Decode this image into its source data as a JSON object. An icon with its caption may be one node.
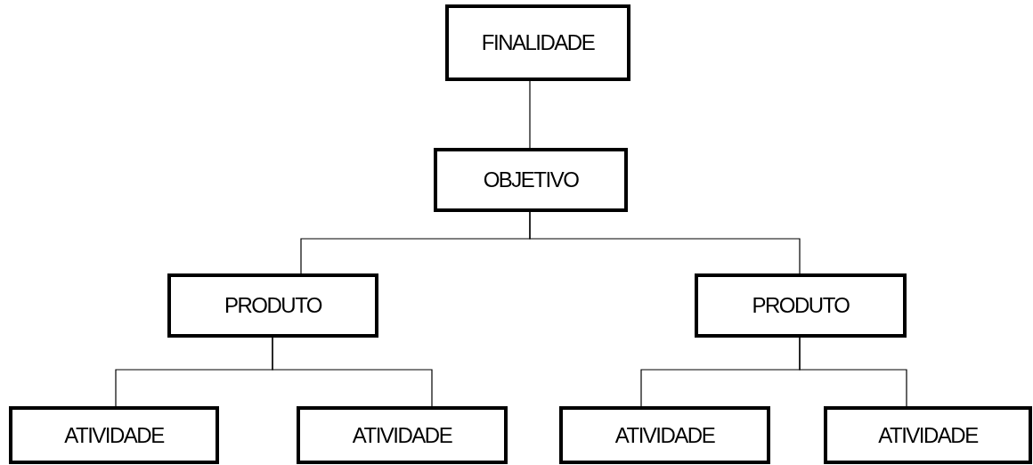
{
  "diagram": {
    "nodes": [
      {
        "text": [
          "FINALIDADE"
        ]
      },
      {
        "text": [
          "OBJETIVO"
        ]
      },
      {
        "text": [
          "PRODUTO"
        ]
      },
      {
        "text": [
          "PRODUTO"
        ]
      },
      {
        "text": [
          "ATIVIDADE"
        ]
      },
      {
        "text": [
          "ATIVIDADE"
        ]
      },
      {
        "text": [
          "ATIVIDADE"
        ]
      },
      {
        "text": [
          "ATIVIDADE"
        ]
      }
    ],
    "edges": [
      {
        "from": 0,
        "to": 1,
        "arrow": "none"
      },
      {
        "from": 1,
        "to": 2,
        "arrow": "none"
      },
      {
        "from": 1,
        "to": 3,
        "arrow": "none"
      },
      {
        "from": 2,
        "to": 4,
        "arrow": "none"
      },
      {
        "from": 2,
        "to": 5,
        "arrow": "none"
      },
      {
        "from": 3,
        "to": 6,
        "arrow": "none"
      },
      {
        "from": 3,
        "to": 7,
        "arrow": "none"
      }
    ]
  }
}
